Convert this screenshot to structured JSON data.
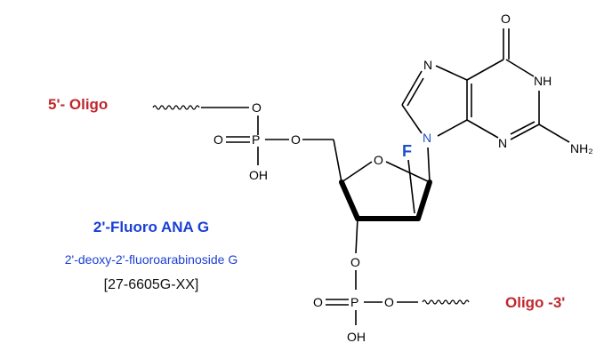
{
  "molecule": {
    "five_prime_label": "5'- Oligo",
    "three_prime_label": "Oligo -3'",
    "fluorine": "F",
    "atoms": {
      "o_top_chain": "O",
      "o_double_upper": "O",
      "p_upper": "P",
      "o_bridge_upper": "O",
      "oh_upper": "OH",
      "o_ring": "O",
      "o_3prime": "O",
      "o_double_lower": "O",
      "p_lower": "P",
      "o_chain_lower": "O",
      "oh_lower": "OH",
      "n9": "N",
      "n7": "N",
      "n3": "N",
      "nh1": "NH",
      "o6": "O",
      "nh2": "NH₂"
    }
  },
  "caption": {
    "title": "2'-Fluoro ANA G",
    "subtitle": "2'-deoxy-2'-fluoroarabinoside G",
    "catalog": "[27-6605G-XX]"
  },
  "colors": {
    "oligo_red": "#c0272d",
    "label_blue": "#1a3fd6",
    "fluorine_blue": "#1f4fc8"
  }
}
